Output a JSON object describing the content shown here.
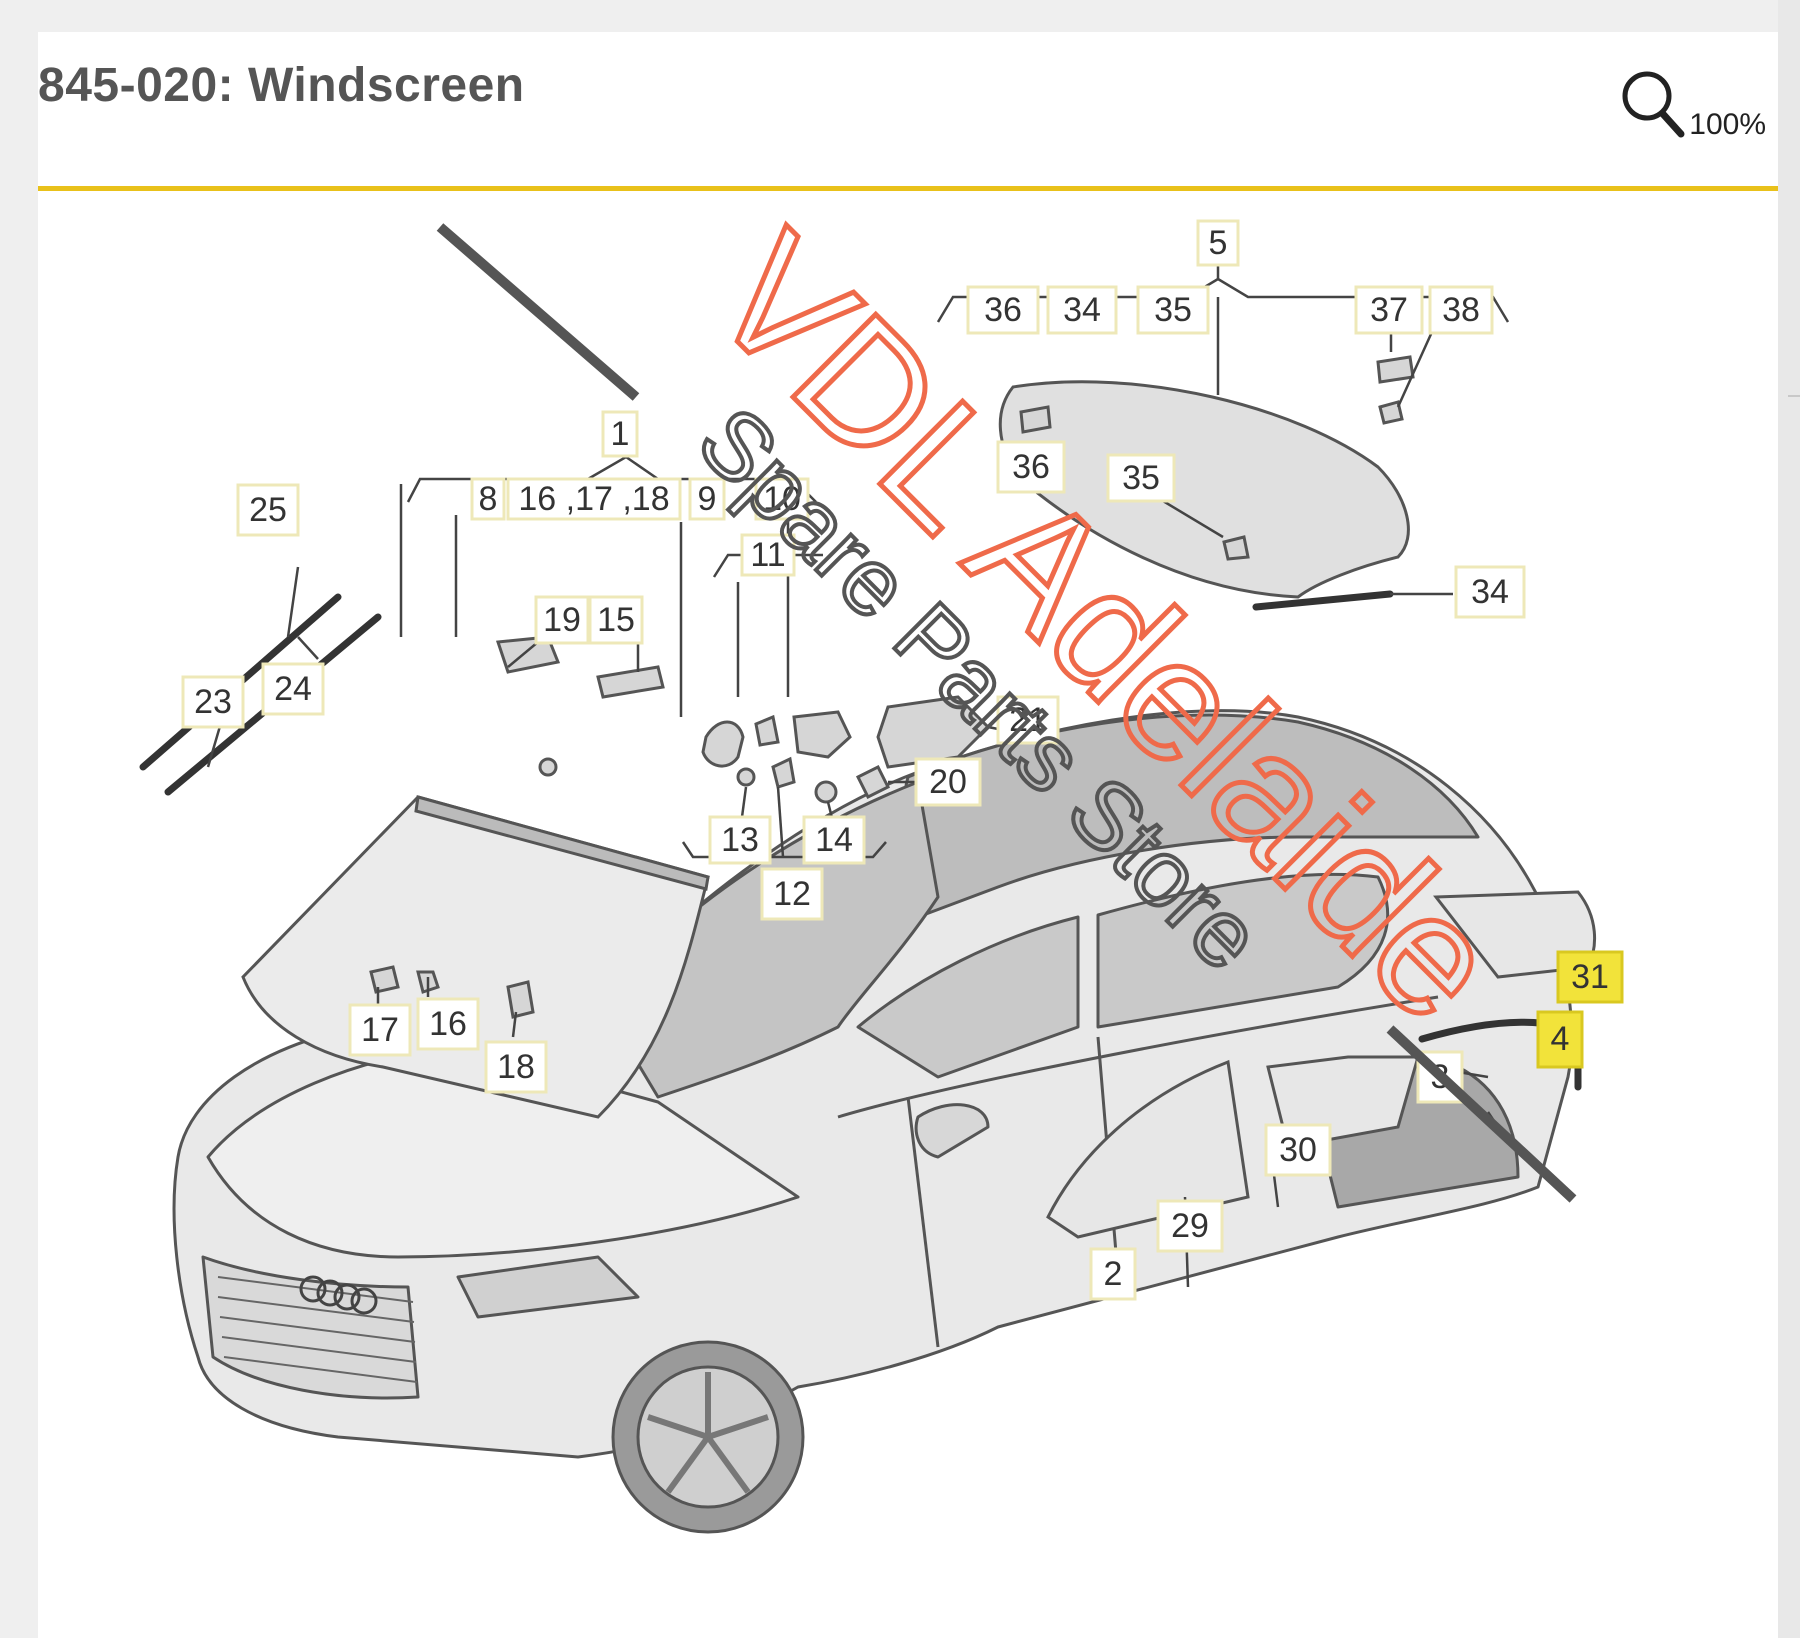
{
  "header": {
    "title": "845-020: Windscreen",
    "zoom_level": "100%",
    "divider_color": "#e9c11a"
  },
  "watermark": {
    "line1": "VDL Adelaide",
    "line2": "Spare Parts Store",
    "line1_color": "#ef6a4a",
    "line2_color": "#555555"
  },
  "callouts": {
    "c1": "1",
    "c2": "2",
    "c3": "3",
    "c4": "4",
    "c5": "5",
    "c8": "8",
    "c16_17_18": "16 ,17 ,18",
    "c9": "9",
    "c10": "10",
    "c11": "11",
    "c12": "12",
    "c13": "13",
    "c14": "14",
    "c15": "15",
    "c16": "16",
    "c17": "17",
    "c18": "18",
    "c19": "19",
    "c20": "20",
    "c21": "21",
    "c23": "23",
    "c24": "24",
    "c25": "25",
    "c29": "29",
    "c30": "30",
    "c31": "31",
    "c34_top": "34",
    "c34_right": "34",
    "c35_top": "35",
    "c35_mid": "35",
    "c36_top": "36",
    "c36_mid": "36",
    "c37": "37",
    "c38": "38"
  },
  "highlighted_callouts": [
    "31",
    "4"
  ],
  "highlight_color": "#f2e33a"
}
